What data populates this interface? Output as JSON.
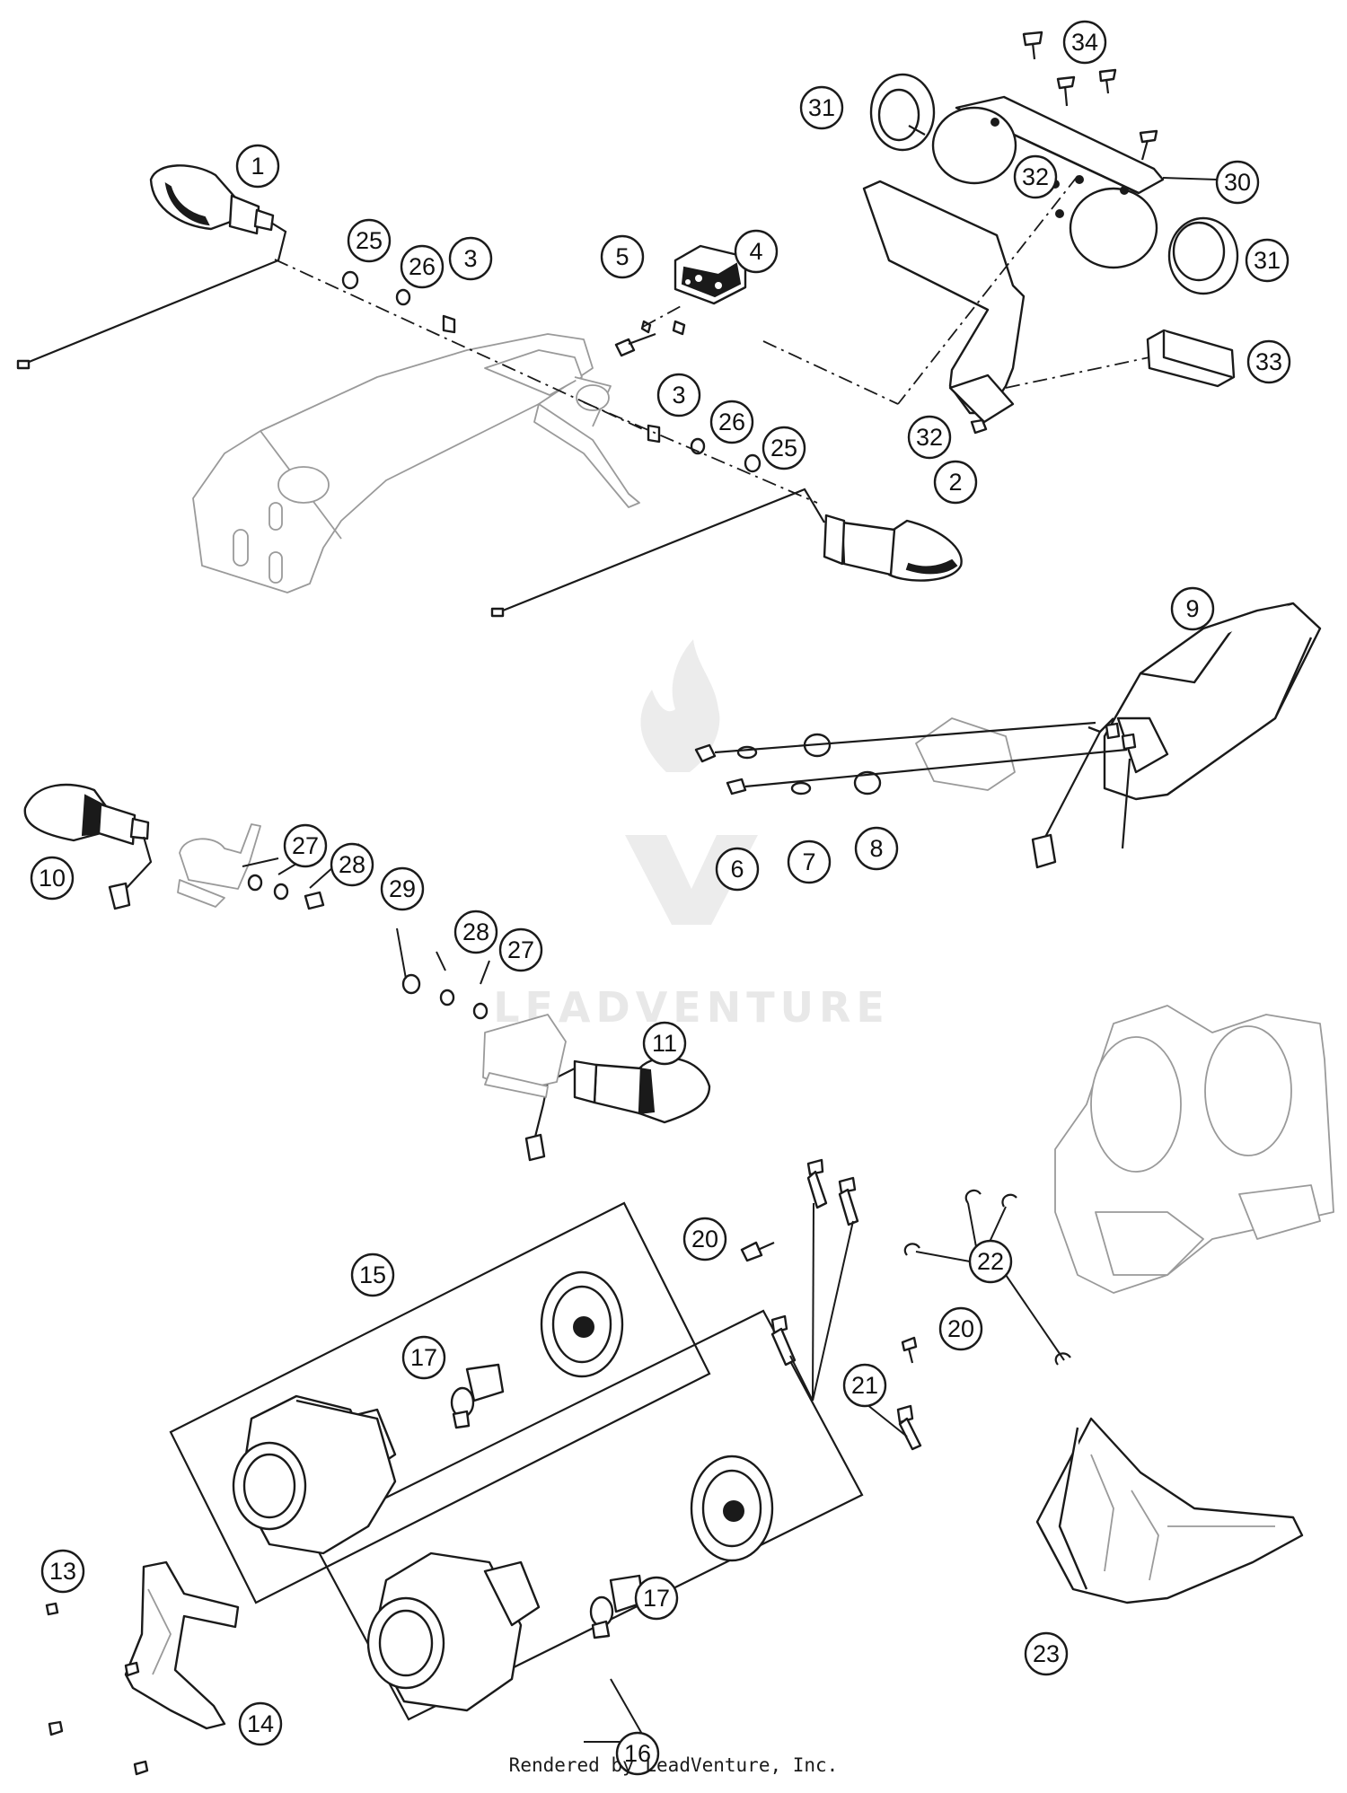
{
  "watermark": {
    "text": "LEADVENTURE",
    "color": "#e8e8e8"
  },
  "credit": "Rendered by LeadVenture, Inc.",
  "callouts": [
    {
      "id": "c1",
      "label": "1"
    },
    {
      "id": "c2",
      "label": "2"
    },
    {
      "id": "c3a",
      "label": "3"
    },
    {
      "id": "c3b",
      "label": "3"
    },
    {
      "id": "c4",
      "label": "4"
    },
    {
      "id": "c5",
      "label": "5"
    },
    {
      "id": "c6",
      "label": "6"
    },
    {
      "id": "c7",
      "label": "7"
    },
    {
      "id": "c8",
      "label": "8"
    },
    {
      "id": "c9",
      "label": "9"
    },
    {
      "id": "c10",
      "label": "10"
    },
    {
      "id": "c11",
      "label": "11"
    },
    {
      "id": "c13",
      "label": "13"
    },
    {
      "id": "c14",
      "label": "14"
    },
    {
      "id": "c15",
      "label": "15"
    },
    {
      "id": "c16",
      "label": "16"
    },
    {
      "id": "c17a",
      "label": "17"
    },
    {
      "id": "c17b",
      "label": "17"
    },
    {
      "id": "c20a",
      "label": "20"
    },
    {
      "id": "c20b",
      "label": "20"
    },
    {
      "id": "c21",
      "label": "21"
    },
    {
      "id": "c22",
      "label": "22"
    },
    {
      "id": "c23",
      "label": "23"
    },
    {
      "id": "c25a",
      "label": "25"
    },
    {
      "id": "c25b",
      "label": "25"
    },
    {
      "id": "c26a",
      "label": "26"
    },
    {
      "id": "c26b",
      "label": "26"
    },
    {
      "id": "c27a",
      "label": "27"
    },
    {
      "id": "c27b",
      "label": "27"
    },
    {
      "id": "c28a",
      "label": "28"
    },
    {
      "id": "c28b",
      "label": "28"
    },
    {
      "id": "c29",
      "label": "29"
    },
    {
      "id": "c30",
      "label": "30"
    },
    {
      "id": "c31a",
      "label": "31"
    },
    {
      "id": "c31b",
      "label": "31"
    },
    {
      "id": "c32a",
      "label": "32"
    },
    {
      "id": "c32b",
      "label": "32"
    },
    {
      "id": "c33",
      "label": "33"
    },
    {
      "id": "c34",
      "label": "34"
    }
  ]
}
